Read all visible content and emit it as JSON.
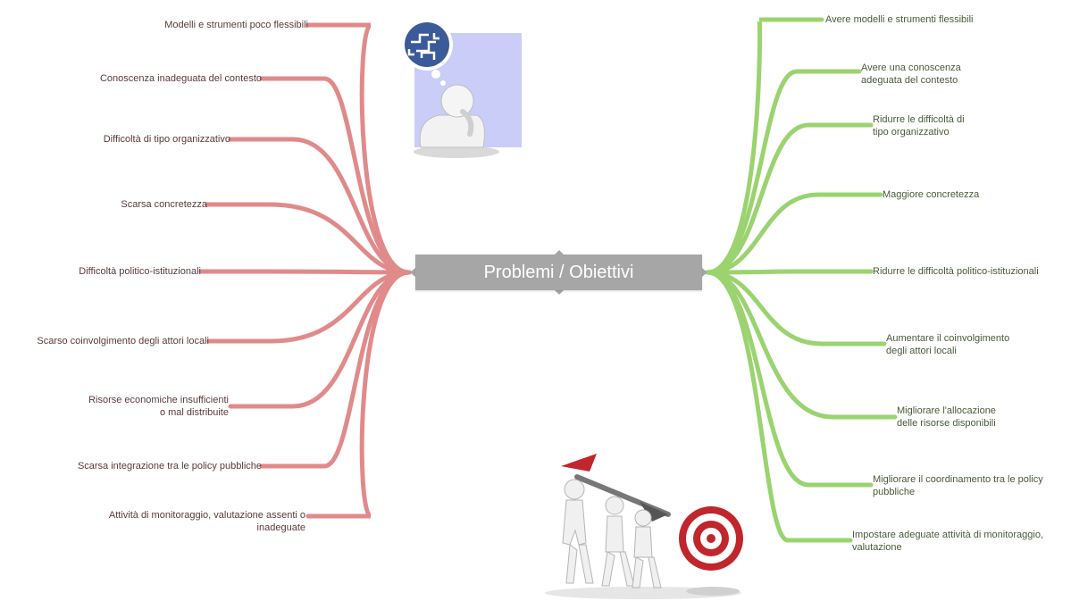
{
  "center": {
    "label": "Problemi / Obiettivi"
  },
  "problems": [
    [
      "Modelli e strumenti poco flessibili"
    ],
    [
      "Conoscenza inadeguata del contesto"
    ],
    [
      "Difficoltà di tipo organizzativo"
    ],
    [
      "Scarsa concretezza"
    ],
    [
      "Difficoltà politico-istituzionali"
    ],
    [
      "Scarso coinvolgimento degli attori locali"
    ],
    [
      "Risorse economiche insufficienti",
      "o mal distribuite"
    ],
    [
      "Scarsa integrazione tra le policy pubbliche"
    ],
    [
      "Attività di monitoraggio, valutazione assenti o",
      "inadeguate"
    ]
  ],
  "objectives": [
    [
      "Avere modelli e strumenti flessibili"
    ],
    [
      "Avere una conoscenza",
      "adeguata del contesto"
    ],
    [
      "Ridurre le difficoltà di",
      "tipo organizzativo"
    ],
    [
      "Maggiore concretezza"
    ],
    [
      "Ridurre le difficoltà politico-istituzionali"
    ],
    [
      "Aumentare il coinvolgimento",
      "degli attori locali"
    ],
    [
      "Migliorare l'allocazione",
      "delle risorse disponibili"
    ],
    [
      "Migliorare il coordinamento tra le policy",
      "pubbliche"
    ],
    [
      "Impostare adeguate attività di monitoraggio,",
      "valutazione"
    ]
  ],
  "colors": {
    "problems": "#e08a8a",
    "objectives": "#9ad36f",
    "center": "#a6a6a6"
  },
  "illustrations": {
    "top": "thinking-person-maze-icon",
    "bottom": "team-dart-target-icon"
  }
}
